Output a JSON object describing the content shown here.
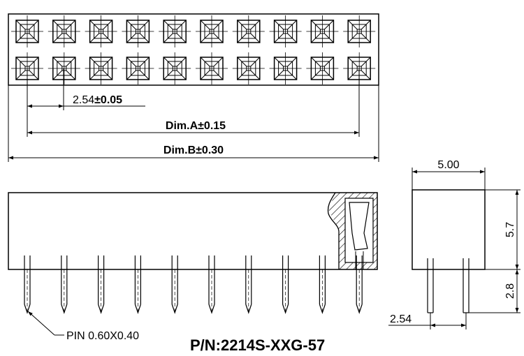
{
  "top_view": {
    "pitch_label": "2.54",
    "pitch_tolerance": "±0.05",
    "dim_a_label": "Dim.A±0.15",
    "dim_b_label": "Dim.B±0.30",
    "rows": 2,
    "columns": 10
  },
  "side_view": {
    "pin_count": 10,
    "pin_label": "PIN 0.60X0.40"
  },
  "end_view": {
    "width_label": "5.00",
    "height_label": "5.7",
    "pin_length_label": "2.8",
    "row_pitch_label": "2.54"
  },
  "part_number": "P/N:2214S-XXG-57"
}
